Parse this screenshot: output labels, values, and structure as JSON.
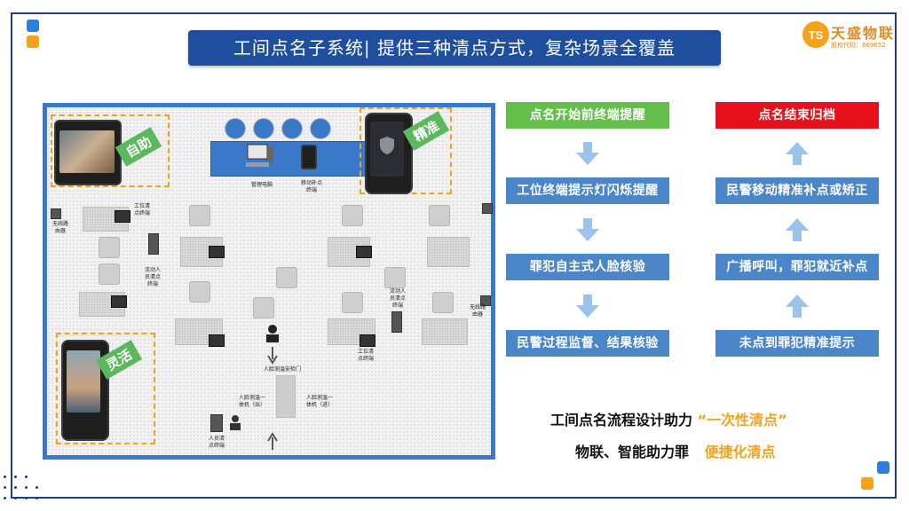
{
  "title": "工间点名子系统| 提供三种清点方式，复杂场景全覆盖",
  "logo": {
    "mark": "TS",
    "name": "天盛物联",
    "sub": "股权代码：669652"
  },
  "floor_plan": {
    "tags": {
      "self": "自助",
      "precise": "精准",
      "flexible": "灵活"
    },
    "labels": {
      "mgmt_pc": "管理电脑",
      "mobile_term": "移动补点\n终端",
      "station_term_1": "工位清\n点终端",
      "station_term_2": "工位清\n点终端",
      "mobile_person_1": "流动人\n员清点\n终端",
      "mobile_person_2": "流动人\n员清点\n终端",
      "router_1": "无线路\n由器",
      "router_2": "无线路\n由器",
      "security_gate": "人脸测温安检门",
      "face_out": "人脸测温一\n体机（出）",
      "face_in": "人脸测温一\n体机（进）",
      "staff_term": "人员清\n点终端"
    }
  },
  "flow_left": {
    "header": "点名开始前终端提醒",
    "steps": [
      "工位终端提示灯闪烁提醒",
      "罪犯自主式人脸核验",
      "民警过程监督、结果核验"
    ]
  },
  "flow_right": {
    "header": "点名结束归档",
    "steps": [
      "民警移动精准补点或矫正",
      "广播呼叫，罪犯就近补点",
      "未点到罪犯精准提示"
    ]
  },
  "slogans": [
    {
      "text": "工间点名流程设计助力",
      "highlight": "“一次性清点”"
    },
    {
      "text": "物联、智能助力罪",
      "highlight": "便捷化清点"
    }
  ],
  "colors": {
    "primary": "#1f4e9c",
    "accent": "#f5a21b",
    "green": "#64bf4a",
    "red": "#e5121b",
    "step": "#4a86c8"
  }
}
